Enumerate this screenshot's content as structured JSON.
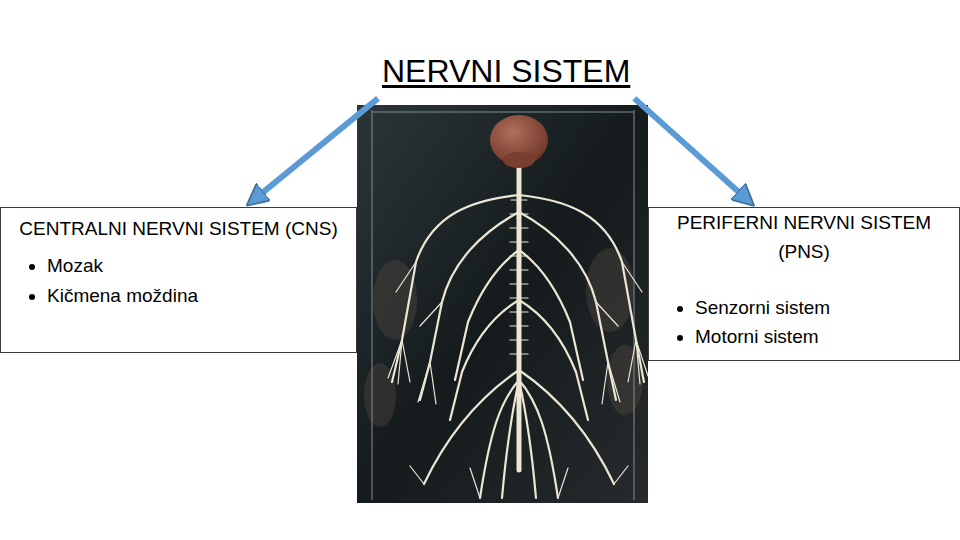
{
  "diagram": {
    "nodes": [
      {
        "text": [
          "NERVNI SISTEM"
        ]
      },
      {
        "text": [
          "CENTRALNI NERVNI SISTEM (CNS)",
          "Mozak",
          "Kičmena moždina"
        ]
      },
      {
        "text": [
          "PERIFERNI NERVNI SISTEM (PNS)",
          "Senzorni sistem",
          "Motorni sistem"
        ]
      }
    ],
    "edges": [
      {
        "from": 0,
        "to": 1,
        "arrow": "to"
      },
      {
        "from": 0,
        "to": 2,
        "arrow": "to"
      }
    ]
  }
}
